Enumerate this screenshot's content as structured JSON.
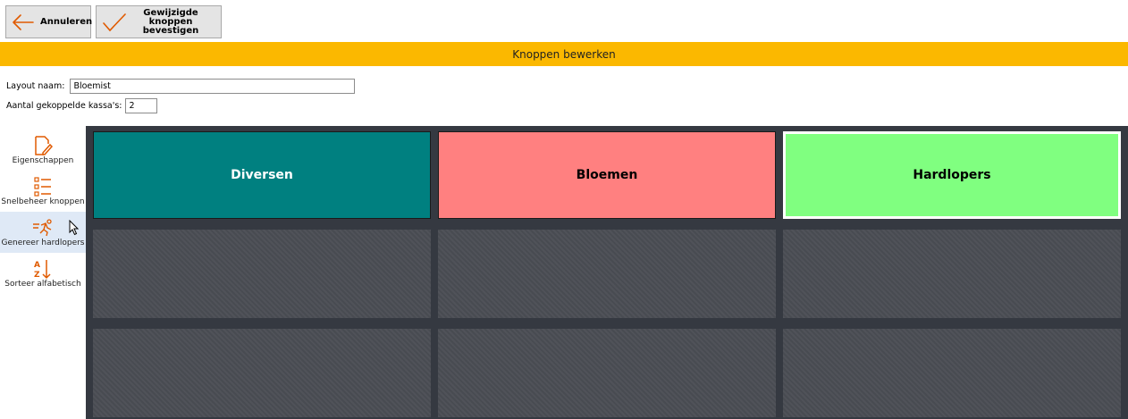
{
  "toolbar": {
    "cancel_label": "Annuleren",
    "confirm_label": "Gewijzigde knoppen bevestigen",
    "icon_color": "#e05a00"
  },
  "banner": {
    "title": "Knoppen bewerken",
    "color": "#fbb800"
  },
  "form": {
    "layout_label": "Layout naam:",
    "layout_value": "Bloemist",
    "kassa_label": "Aantal gekoppelde kassa's:",
    "kassa_value": "2"
  },
  "sidebar": {
    "items": [
      {
        "label": "Eigenschappen",
        "icon": "document-edit-icon"
      },
      {
        "label": "Snelbeheer knoppen",
        "icon": "list-icon"
      },
      {
        "label": "Genereer hardlopers",
        "icon": "runner-icon"
      },
      {
        "label": "Sorteer alfabetisch",
        "icon": "sort-az-icon"
      }
    ]
  },
  "grid": {
    "buttons": [
      {
        "label": "Diversen",
        "color": "#008080",
        "text_color": "#ffffff"
      },
      {
        "label": "Bloemen",
        "color": "#ff8080",
        "text_color": "#000000"
      },
      {
        "label": "Hardlopers",
        "color": "#80ff80",
        "text_color": "#000000",
        "selected": true
      }
    ],
    "empty_color": "#4a4d54"
  }
}
